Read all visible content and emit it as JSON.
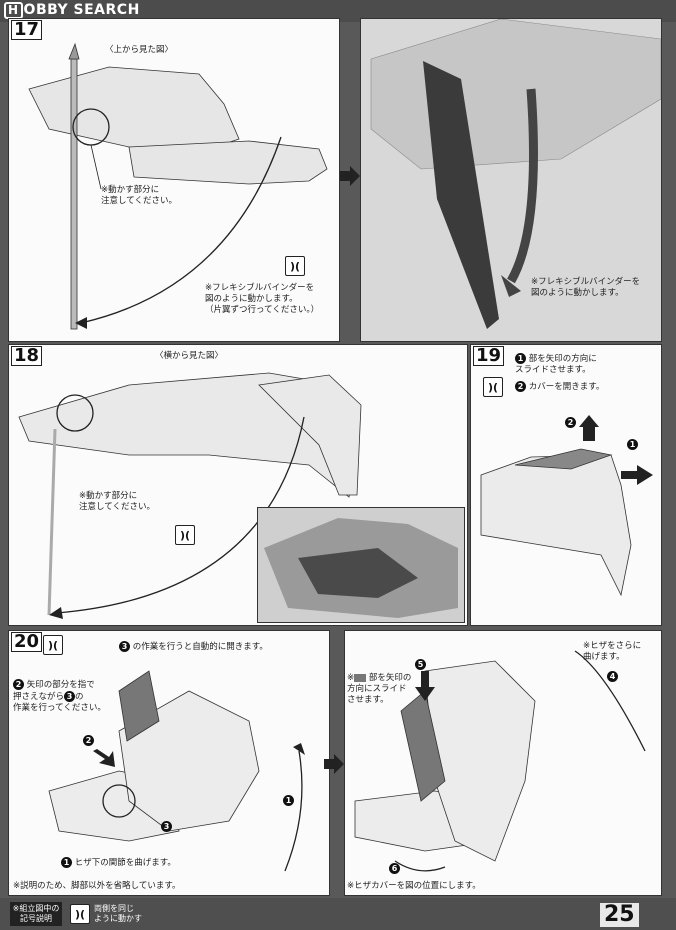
{
  "header": {
    "logo_mark": "H",
    "logo_text": "OBBY SEARCH"
  },
  "steps": {
    "s17": {
      "number": "17",
      "view_label": "〈上から見た図〉",
      "note_caution": "※動かす部分に\n注意してください。",
      "note_binder": "※フレキシブルバインダーを\n図のように動かします。\n（片翼ずつ行ってください。）",
      "note_binder_right": "※フレキシブルバインダーを\n図のように動かします。"
    },
    "s18": {
      "number": "18",
      "view_label": "〈横から見た図〉",
      "note_caution": "※動かす部分に\n注意してください。"
    },
    "s19": {
      "number": "19",
      "note_slide": "部を矢印の方向に\nスライドさせます。",
      "note_open": "カバーを開きます。",
      "label_1": "1",
      "label_2": "2"
    },
    "s20": {
      "number": "20",
      "note_auto_open": "の作業を行うと自動的に開きます。",
      "note_press": "矢印の部分を指で\n押さえながら",
      "note_press_tail": "の\n作業を行ってください。",
      "note_bend_lower": "ヒザ下の関節を曲げます。",
      "note_explain": "※説明のため、脚部以外を省略しています。",
      "note_slide_part": "部を矢印の\n方向にスライド\nさせます。",
      "note_knee_more": "※ヒザをさらに\n曲げます。",
      "note_knee_cover": "※ヒザカバーを図の位置にします。",
      "mark_asterisk": "※",
      "marker_1": "1",
      "marker_2": "2",
      "marker_3": "3",
      "marker_4": "4",
      "marker_5": "5",
      "marker_6": "6"
    }
  },
  "footer": {
    "legend_title": "※組立図中の\n記号説明",
    "legend_text": "両側を同じ\nように動かす",
    "page_number": "25"
  },
  "colors": {
    "background": "#595959",
    "paper": "#fbfbfb",
    "ink": "#111111"
  }
}
